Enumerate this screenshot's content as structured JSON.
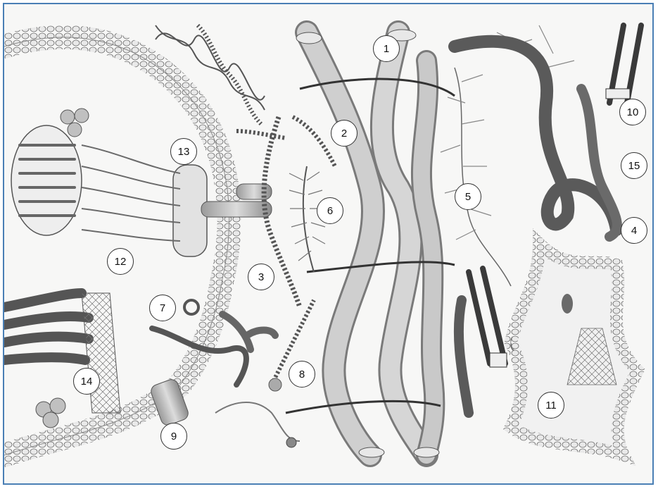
{
  "diagram": {
    "callouts": [
      {
        "id": "1",
        "label": "1"
      },
      {
        "id": "2",
        "label": "2"
      },
      {
        "id": "3",
        "label": "3"
      },
      {
        "id": "4",
        "label": "4"
      },
      {
        "id": "5",
        "label": "5"
      },
      {
        "id": "6",
        "label": "6"
      },
      {
        "id": "7",
        "label": "7"
      },
      {
        "id": "8",
        "label": "8"
      },
      {
        "id": "9",
        "label": "9"
      },
      {
        "id": "10",
        "label": "10"
      },
      {
        "id": "11",
        "label": "11"
      },
      {
        "id": "12",
        "label": "12"
      },
      {
        "id": "13",
        "label": "13"
      },
      {
        "id": "14",
        "label": "14"
      },
      {
        "id": "15",
        "label": "15"
      }
    ],
    "colors": {
      "frame_border": "#4a7fb5",
      "background": "#f7f7f6",
      "pencil_dark": "#4a4a4a",
      "pencil_mid": "#8c8c8c",
      "pencil_light": "#c8c8c8",
      "fibril_fill": "#b8b8b8"
    }
  }
}
